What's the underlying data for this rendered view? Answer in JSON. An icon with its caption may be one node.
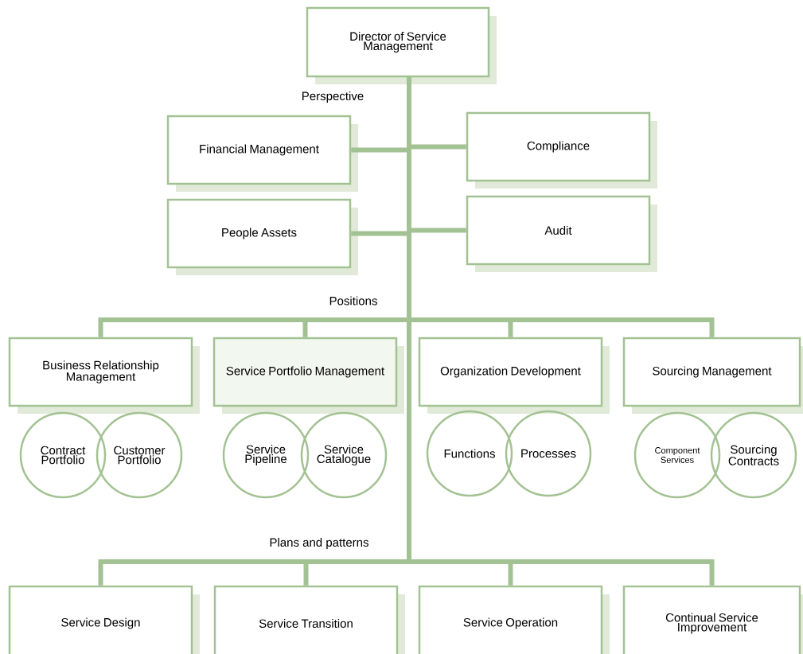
{
  "diagram": {
    "nodes": [
      {
        "text": [
          "Director of Service Management"
        ]
      },
      {
        "text": [
          "Financial Management"
        ]
      },
      {
        "text": [
          "Compliance"
        ]
      },
      {
        "text": [
          "People Assets"
        ]
      },
      {
        "text": [
          "Audit"
        ]
      },
      {
        "text": [
          "Business Relationship Management"
        ]
      },
      {
        "text": [
          "Service Portfolio Management"
        ]
      },
      {
        "text": [
          "Organization Development"
        ]
      },
      {
        "text": [
          "Sourcing Management"
        ]
      },
      {
        "text": [
          "Contract Portfolio"
        ]
      },
      {
        "text": [
          "Customer Portfolio"
        ]
      },
      {
        "text": [
          "Service Pipeline"
        ]
      },
      {
        "text": [
          "Service Catalogue"
        ]
      },
      {
        "text": [
          "Functions"
        ]
      },
      {
        "text": [
          "Processes"
        ]
      },
      {
        "text": [
          "Component Services"
        ]
      },
      {
        "text": [
          "Sourcing Contracts"
        ]
      },
      {
        "text": [
          "Service Design"
        ]
      },
      {
        "text": [
          "Service Transition"
        ]
      },
      {
        "text": [
          "Service Operation"
        ]
      },
      {
        "text": [
          "Continual Service Improvement"
        ]
      }
    ],
    "edges": [
      {
        "from": 0,
        "to": 1,
        "arrow": "none"
      },
      {
        "from": 0,
        "to": 2,
        "arrow": "none"
      },
      {
        "from": 0,
        "to": 3,
        "arrow": "none"
      },
      {
        "from": 0,
        "to": 4,
        "arrow": "none"
      },
      {
        "from": 0,
        "to": 5,
        "arrow": "none"
      },
      {
        "from": 0,
        "to": 6,
        "arrow": "none"
      },
      {
        "from": 0,
        "to": 7,
        "arrow": "none"
      },
      {
        "from": 0,
        "to": 8,
        "arrow": "none"
      },
      {
        "from": 0,
        "to": 17,
        "arrow": "none"
      },
      {
        "from": 0,
        "to": 18,
        "arrow": "none"
      },
      {
        "from": 0,
        "to": 19,
        "arrow": "none"
      },
      {
        "from": 0,
        "to": 20,
        "arrow": "none"
      }
    ],
    "labels": [
      "Perspective",
      "Positions",
      "Plans and patterns"
    ]
  }
}
